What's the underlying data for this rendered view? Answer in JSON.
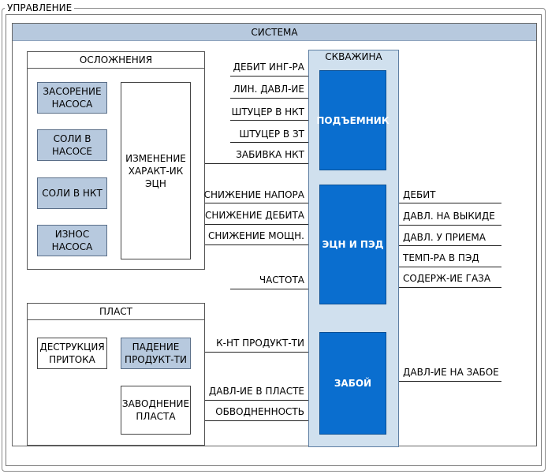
{
  "management": {
    "title": "УПРАВЛЕНИЕ"
  },
  "system": {
    "title": "СИСТЕМА"
  },
  "complications": {
    "title": "ОСЛОЖНЕНИЯ",
    "items": [
      "ЗАСОРЕНИЕ НАСОСА",
      "СОЛИ В НАСОСЕ",
      "СОЛИ В НКТ",
      "ИЗНОС НАСОСА"
    ],
    "change": "ИЗМЕНЕНИЕ ХАРАКТ-ИК ЭЦН"
  },
  "reservoir": {
    "title": "ПЛАСТ",
    "destruction": "ДЕСТРУКЦИЯ ПРИТОКА",
    "productivity_drop": "ПАДЕНИЕ ПРОДУКТ-ТИ",
    "flooding": "ЗАВОДНЕНИЕ ПЛАСТА"
  },
  "well": {
    "title": "СКВАЖИНА",
    "lifter": "ПОДЪЕМНИК",
    "esp": "ЭЦН И ПЭД",
    "bottom": "ЗАБОЙ"
  },
  "left_signals": {
    "lifter": [
      "ДЕБИТ ИНГ-РА",
      "ЛИН. ДАВЛ-ИЕ",
      "ШТУЦЕР В НКТ",
      "ШТУЦЕР В ЗТ",
      "ЗАБИВКА НКТ"
    ],
    "esp": [
      "СНИЖЕНИЕ НАПОРА",
      "СНИЖЕНИЕ ДЕБИТА",
      "СНИЖЕНИЕ МОЩН.",
      "ЧАСТОТА"
    ],
    "bottom": [
      "К-НТ ПРОДУКТ-ТИ",
      "ДАВЛ-ИЕ В ПЛАСТЕ",
      "ОБВОДНЕННОСТЬ"
    ]
  },
  "right_signals": {
    "esp": [
      "ДЕБИТ",
      "ДАВЛ. НА ВЫКИДЕ",
      "ДАВЛ. У ПРИЕМА",
      "ТЕМП-РА В ПЭД",
      "СОДЕРЖ-ИЕ ГАЗА"
    ],
    "bottom": [
      "ДАВЛ-ИЕ НА ЗАБОЕ"
    ]
  }
}
